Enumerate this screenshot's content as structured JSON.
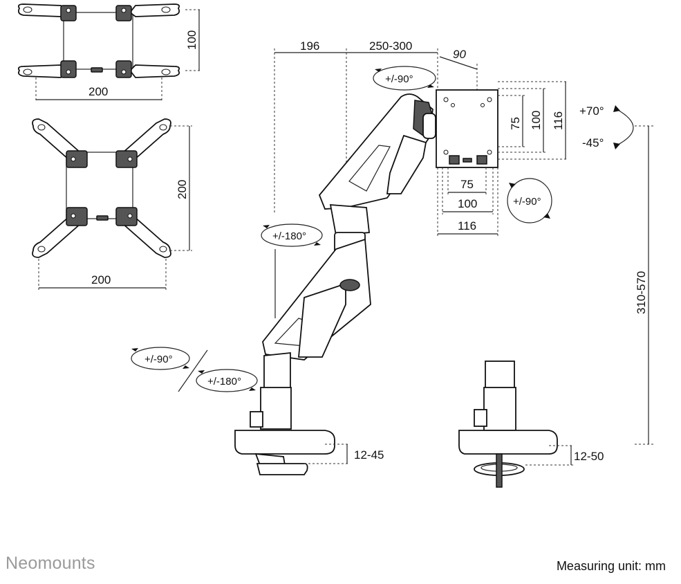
{
  "brand": "Neomounts",
  "measuring_unit": "Measuring unit: mm",
  "dimensions": {
    "plate_small_height": "100",
    "plate_small_width": "200",
    "plate_large_height": "200",
    "plate_large_width": "200",
    "arm_reach_1": "196",
    "arm_reach_2": "250-300",
    "head_depth": "90",
    "vesa_v75": "75",
    "vesa_v100": "100",
    "vesa_v116": "116",
    "vesa_h75": "75",
    "vesa_h100": "100",
    "vesa_h116": "116",
    "pole_height": "310-570",
    "clamp_range": "12-45",
    "grommet_range": "12-50"
  },
  "rotations": {
    "head_swivel": "+/-90°",
    "tilt_up": "+70°",
    "tilt_down": "-45°",
    "screen_rotate": "+/-90°",
    "arm_rotate_upper": "+/-180°",
    "base_swivel": "+/-90°",
    "base_rotate": "+/-180°"
  }
}
